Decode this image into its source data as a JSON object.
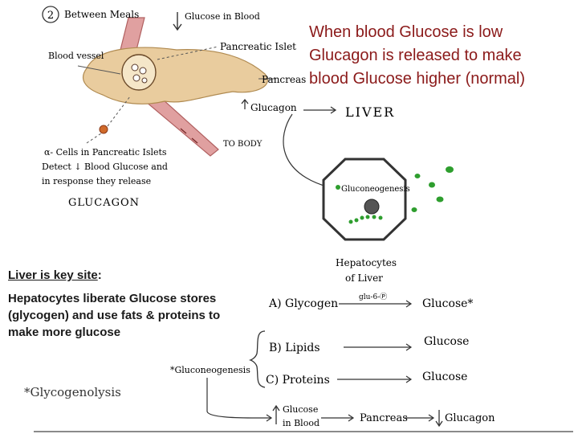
{
  "sketch": {
    "step_label": "Between Meals",
    "step_number": "2",
    "glucose_in_blood": "Glucose in Blood",
    "pancreatic_islet": "Pancreatic Islet",
    "pancreas": "Pancreas",
    "blood_vessel": "Blood vessel",
    "glucagon": "Glucagon",
    "to_body": "TO BODY",
    "liver": "LIVER",
    "gluconeogenesis": "Gluconeogenesis",
    "alpha_cells_note": "α- Cells in Pancreatic Islets Detect ↓ Blood Glucose and in response they release",
    "glucagon_heading": "GLUCAGON",
    "hepatocytes": "Hepatocytes of Liver",
    "path_a_label": "A) Glycogen",
    "path_a_enzyme": "glu-6-Ⓟ",
    "path_a_result": "Glucose*",
    "path_b_label": "B) Lipids",
    "path_b_result": "Glucose",
    "path_c_label": "C) Proteins",
    "path_c_result": "Glucose",
    "gluconeogenesis_note": "*Gluconeogenesis",
    "bottom_glucose": "Glucose in Blood",
    "bottom_pancreas": "Pancreas",
    "bottom_glucagon": "Glucagon"
  },
  "summary": {
    "line1": "When blood Glucose is low",
    "line2": "Glucagon is released to make",
    "line3": "blood Glucose higher (normal)"
  },
  "liver_note": {
    "key_site": "Liver is key site",
    "colon": ":",
    "body": "Hepatocytes liberate Glucose stores (glycogen) and use fats & proteins to make more glucose"
  },
  "glycogenolysis": "*Glycogenolysis",
  "colors": {
    "summary_text": "#8B1A1A",
    "vessel": "#E0A0A0",
    "pancreas_fill": "#E9CC9E",
    "liver_dots": "#2E9E2E"
  }
}
